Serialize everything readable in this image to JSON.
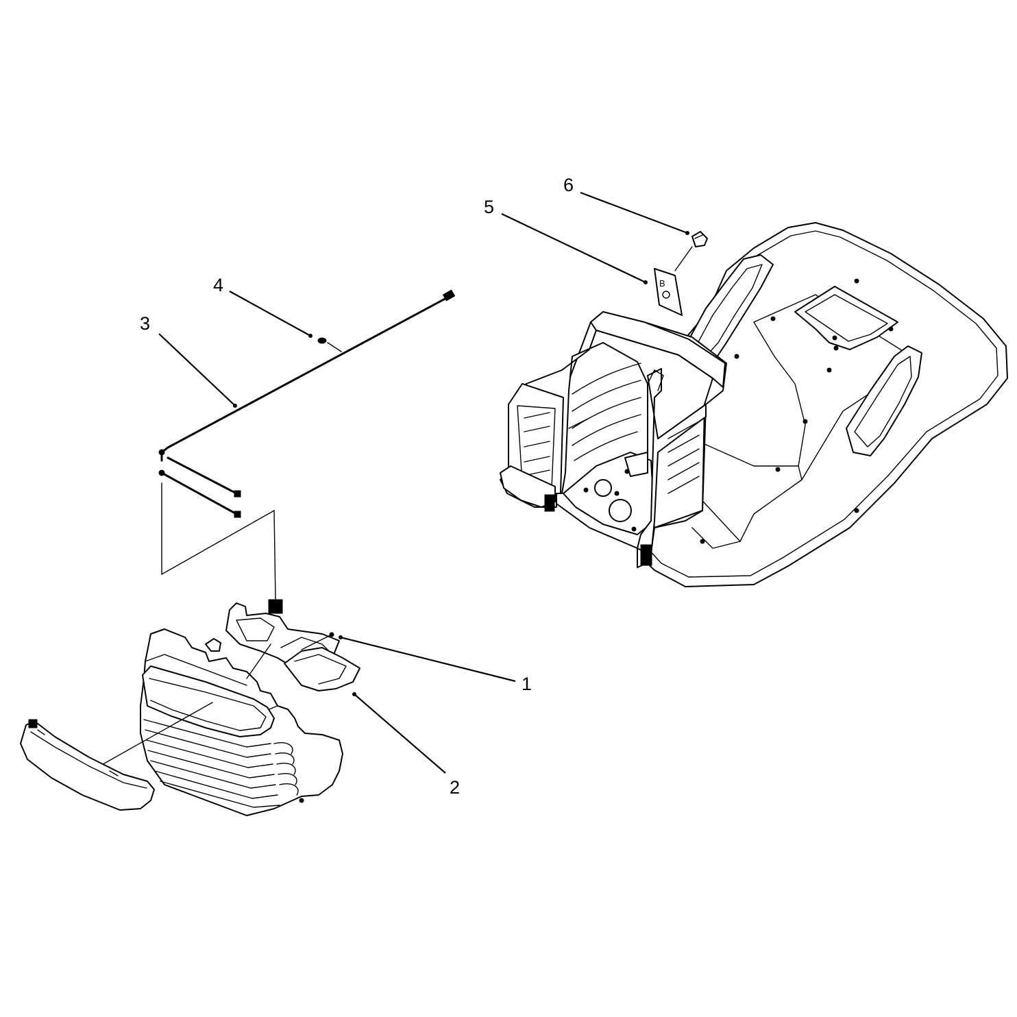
{
  "callouts": [
    {
      "id": "1",
      "label": "1"
    },
    {
      "id": "2",
      "label": "2"
    },
    {
      "id": "3",
      "label": "3"
    },
    {
      "id": "4",
      "label": "4"
    },
    {
      "id": "5",
      "label": "5"
    },
    {
      "id": "6",
      "label": "6"
    }
  ],
  "decal": {
    "letter": "B"
  }
}
